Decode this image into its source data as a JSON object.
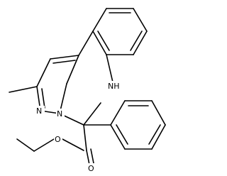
{
  "structure": {
    "labels": {
      "N_ring": "N",
      "N_bridge": "N",
      "NH": "NH",
      "O_ester": "O",
      "O_carbonyl": "O"
    }
  },
  "colors": {
    "background": "#ffffff",
    "bond": "#000000",
    "text": "#000000"
  }
}
